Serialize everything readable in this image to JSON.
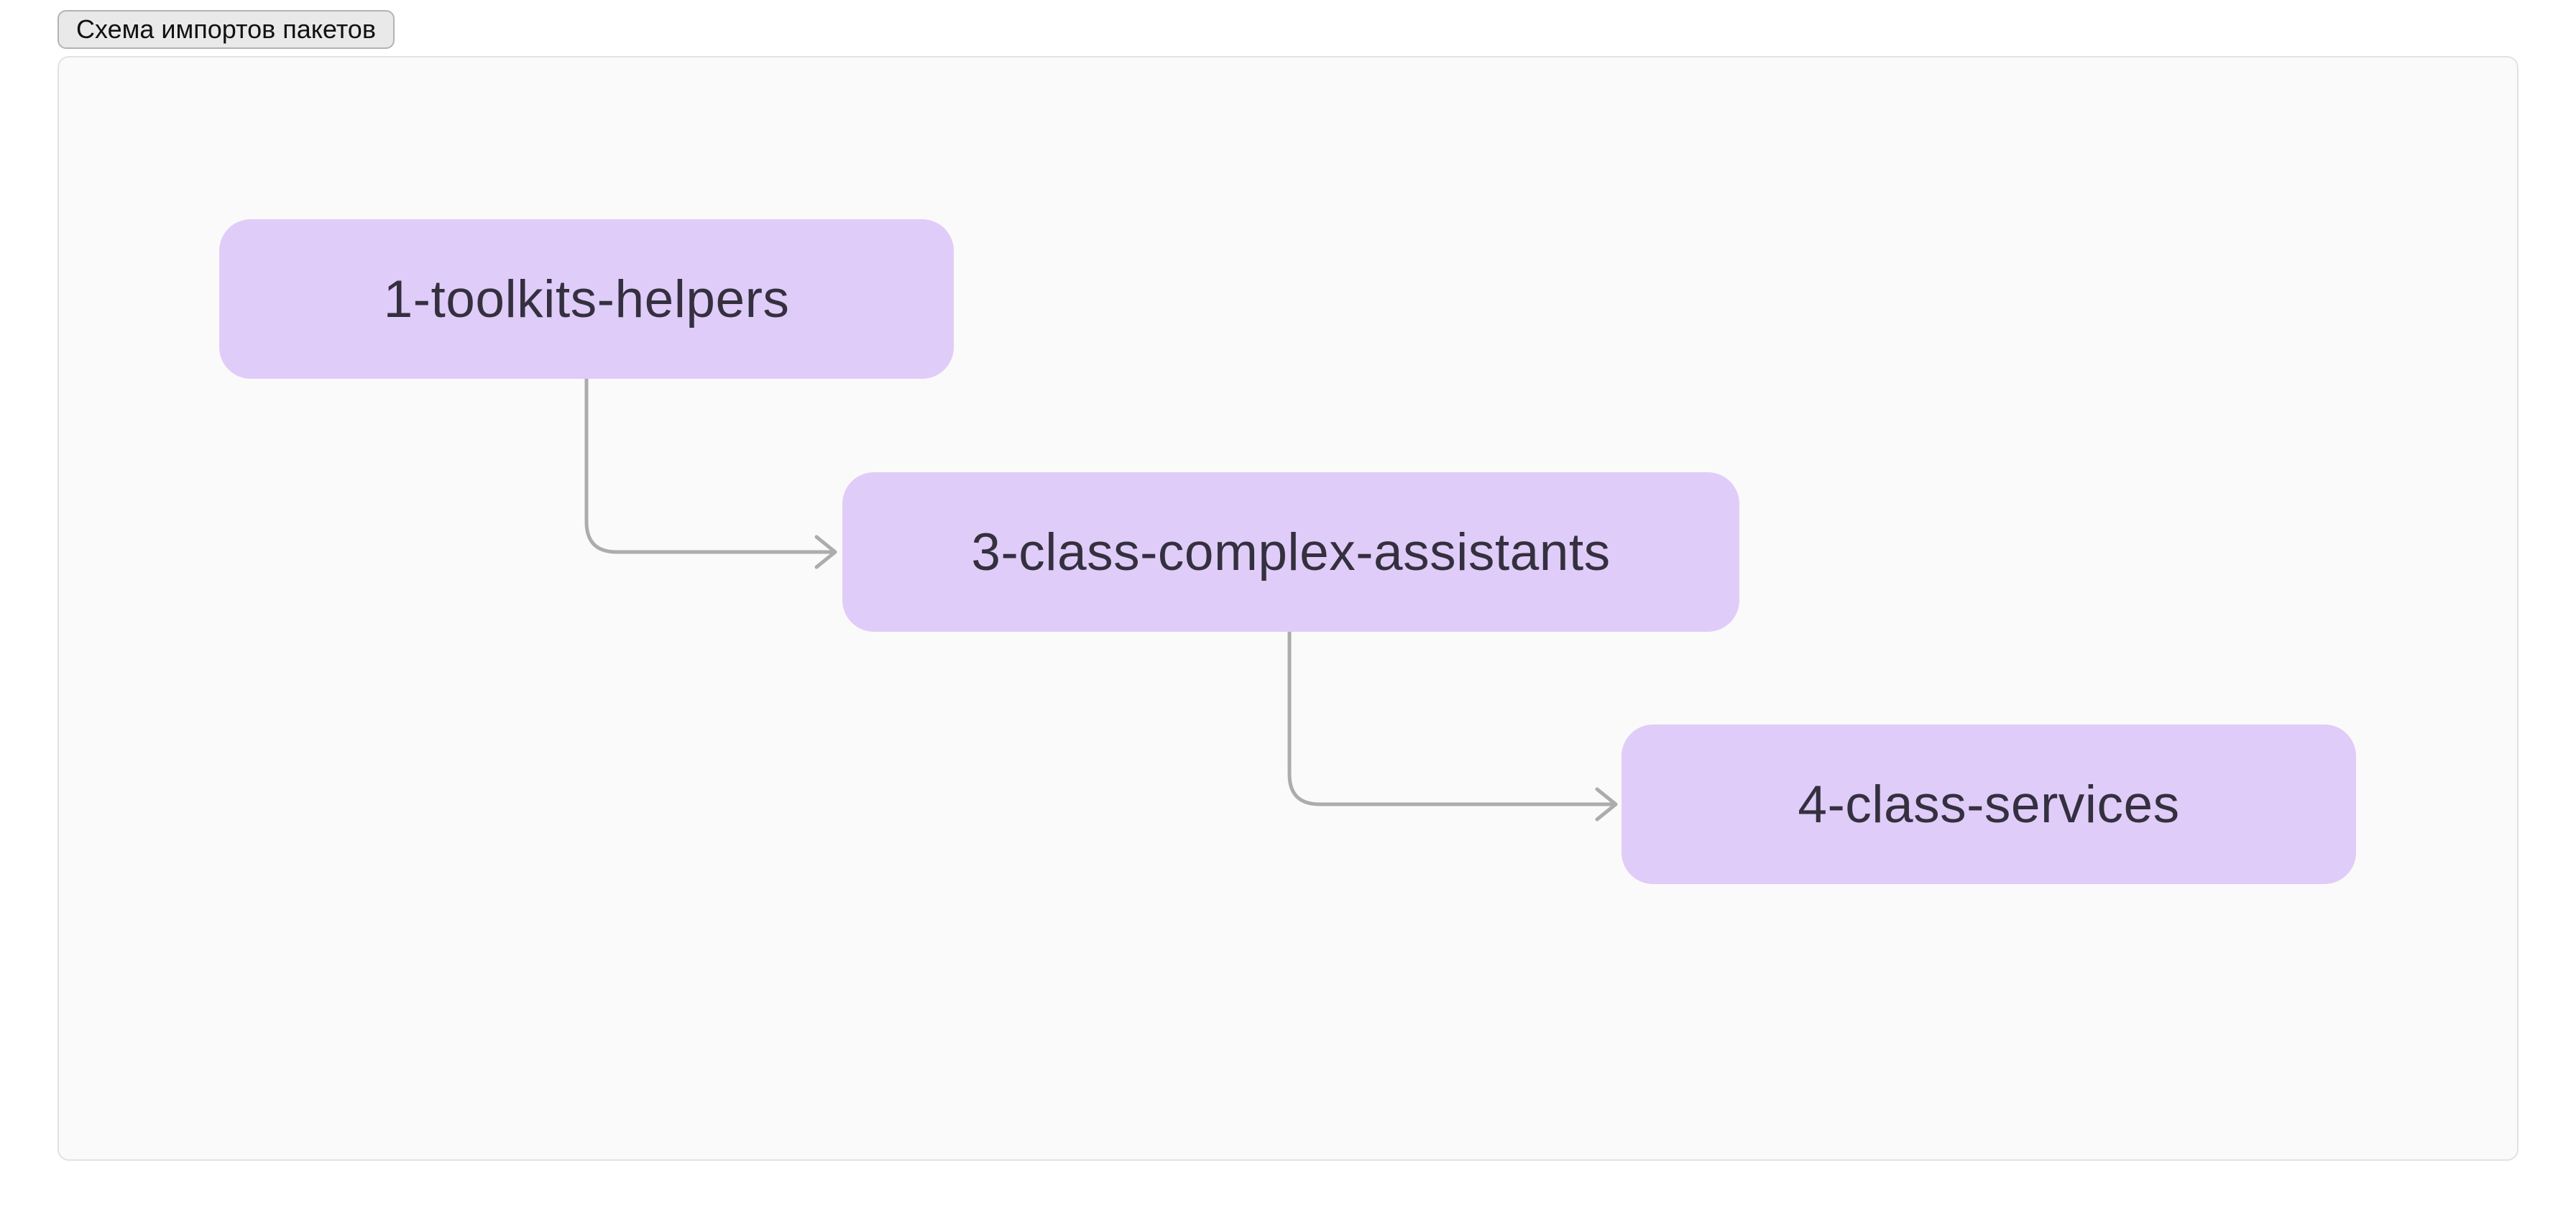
{
  "header": {
    "title_badge": "Схема импортов пакетов"
  },
  "diagram": {
    "type": "flowchart",
    "direction": "cascading-left-to-right",
    "nodes": [
      {
        "id": "1-toolkits-helpers",
        "label": "1-toolkits-helpers"
      },
      {
        "id": "3-class-complex-assistants",
        "label": "3-class-complex-assistants"
      },
      {
        "id": "4-class-services",
        "label": "4-class-services"
      }
    ],
    "edges": [
      {
        "from": "1-toolkits-helpers",
        "to": "3-class-complex-assistants",
        "style": "elbow-down-right",
        "arrowhead": "open-chevron"
      },
      {
        "from": "3-class-complex-assistants",
        "to": "4-class-services",
        "style": "elbow-down-right",
        "arrowhead": "open-chevron"
      }
    ]
  },
  "colors": {
    "page_bg": "#ffffff",
    "panel_bg": "#fafafa",
    "panel_border": "#e2e2e2",
    "node_fill": "#e0ccf8",
    "node_text": "#34303f",
    "edge_stroke": "#acacac",
    "badge_bg": "#e9e9e9",
    "badge_border": "#b3b3b3",
    "badge_text": "#111111"
  }
}
